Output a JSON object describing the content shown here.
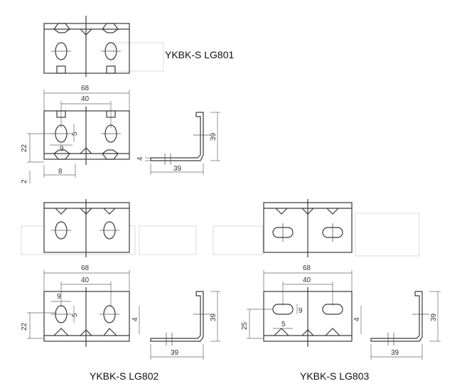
{
  "titles": {
    "lg801": "YKBK-S LG801",
    "lg802": "YKBK-S LG802",
    "lg803": "YKBK-S LG803"
  },
  "lg801": {
    "dims": {
      "width": "68",
      "hole_span": "40",
      "slot_height": "5",
      "height": "22",
      "slot_width": "9",
      "bottom_offset": "2",
      "edge_to_hole": "8",
      "side_height": "39",
      "thickness": "4",
      "side_depth": "39"
    }
  },
  "lg802": {
    "dims": {
      "width": "68",
      "hole_span": "40",
      "slot_width": "9",
      "slot_height": "5",
      "height": "22",
      "thickness": "4",
      "side_height": "39",
      "side_depth": "39"
    }
  },
  "lg803": {
    "dims": {
      "width": "68",
      "hole_span": "40",
      "slot_height": "9",
      "slot_offset": "5",
      "height": "25",
      "thickness": "4",
      "side_height": "39",
      "side_depth": "39"
    }
  }
}
